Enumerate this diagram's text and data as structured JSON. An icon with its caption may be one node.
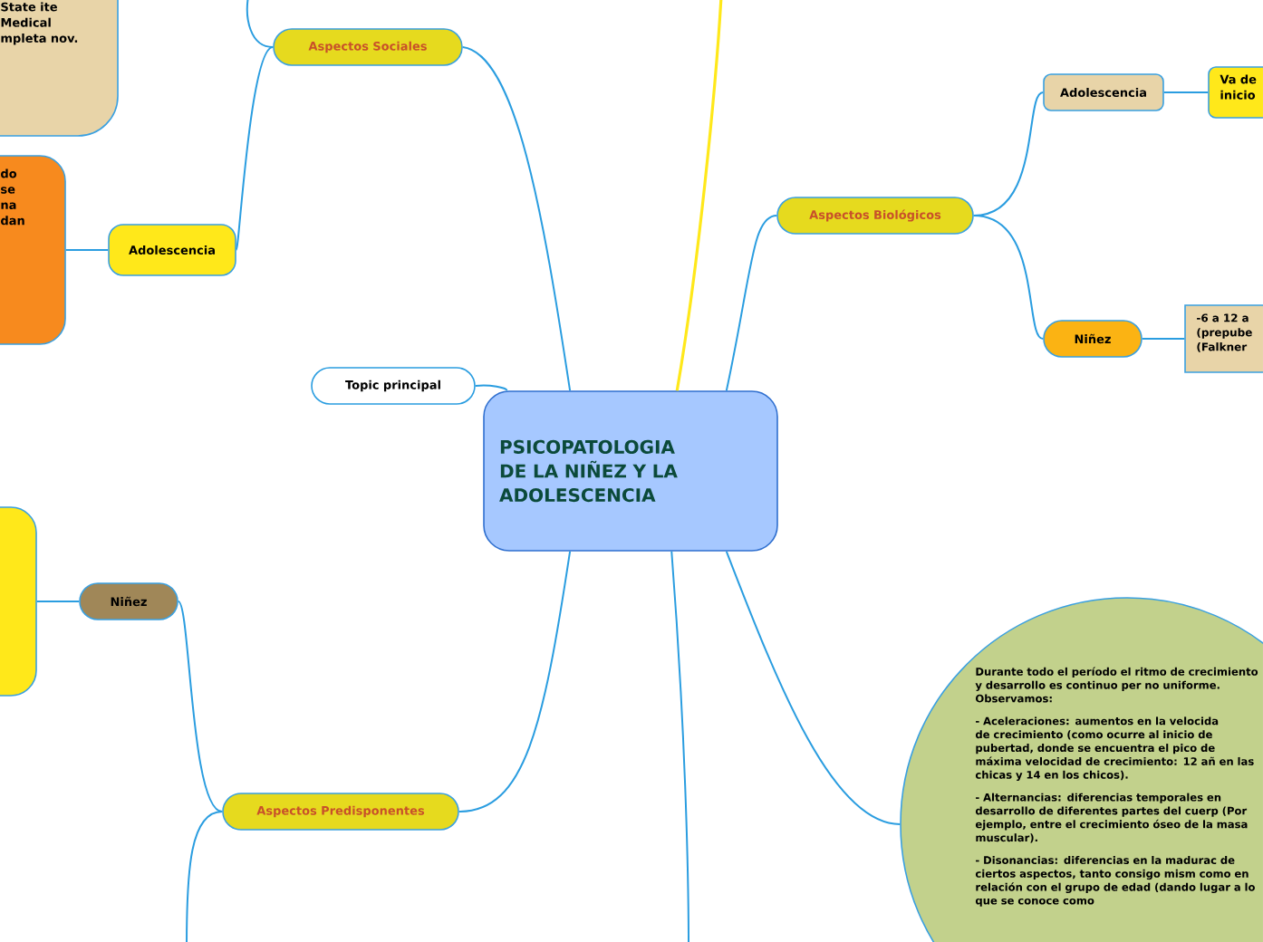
{
  "diagram": {
    "nodes": [
      {
        "text": [
          "PSICOPATOLOGIA DE LA NIÑEZ Y LA ADOLESCENCIA"
        ]
      },
      {
        "text": [
          "Topic principal"
        ]
      },
      {
        "text": [
          "Aspectos Sociales"
        ]
      },
      {
        "text": [
          "Adolescencia"
        ]
      },
      {
        "text": [
          "State ite Medical mpleta nov."
        ]
      },
      {
        "text": [
          "do se",
          "na dan"
        ]
      },
      {
        "text": [
          "Aspectos Biológicos"
        ]
      },
      {
        "text": [
          "Adolescencia"
        ]
      },
      {
        "text": [
          "Va de inicio"
        ]
      },
      {
        "text": [
          "Niñez"
        ]
      },
      {
        "text": [
          "-6 a 12 a (prepube (Falkner"
        ]
      },
      {
        "text": [
          "Niñez"
        ]
      },
      {
        "text": [],
        "shape": "box"
      },
      {
        "text": [
          "Aspectos Predisponentes"
        ]
      },
      {
        "text": [
          "Durante todo el período el ritmo de crecimiento y desarrollo es continuo per no uniforme. Observamos:",
          "- Aceleraciones: aumentos en la velocida de crecimiento (como ocurre al inicio de pubertad, donde se encuentra el pico de máxima velocidad de crecimiento: 12 añ en las chicas y 14 en los chicos).",
          "- Alternancias: diferencias temporales en desarrollo de diferentes partes del cuerp (Por ejemplo, entre el crecimiento óseo de la masa muscular).",
          "- Disonancias: diferencias en la madurac de ciertos aspectos, tanto consigo mism como en relación con el grupo de edad (dando lugar a lo que se conoce como"
        ]
      }
    ],
    "edges": [
      {
        "from": 0,
        "to": 2,
        "arrow": "none"
      },
      {
        "from": 2,
        "to": 3,
        "arrow": "none"
      },
      {
        "from": 3,
        "to": 5,
        "arrow": "none"
      },
      {
        "from": 2,
        "to": null,
        "arrow": "none"
      },
      {
        "from": 0,
        "to": null,
        "arrow": "none",
        "color": "#ffe81a"
      },
      {
        "from": 0,
        "to": 6,
        "arrow": "none"
      },
      {
        "from": 6,
        "to": 7,
        "arrow": "none"
      },
      {
        "from": 7,
        "to": 8,
        "arrow": "none"
      },
      {
        "from": 6,
        "to": 9,
        "arrow": "none"
      },
      {
        "from": 9,
        "to": 10,
        "arrow": "none"
      },
      {
        "from": 0,
        "to": 1,
        "arrow": "none"
      },
      {
        "from": 0,
        "to": 13,
        "arrow": "none"
      },
      {
        "from": 13,
        "to": 11,
        "arrow": "none"
      },
      {
        "from": 11,
        "to": 12,
        "arrow": "none"
      },
      {
        "from": 13,
        "to": null,
        "arrow": "none"
      },
      {
        "from": 0,
        "to": null,
        "arrow": "none"
      },
      {
        "from": 0,
        "to": 14,
        "arrow": "none"
      }
    ]
  }
}
